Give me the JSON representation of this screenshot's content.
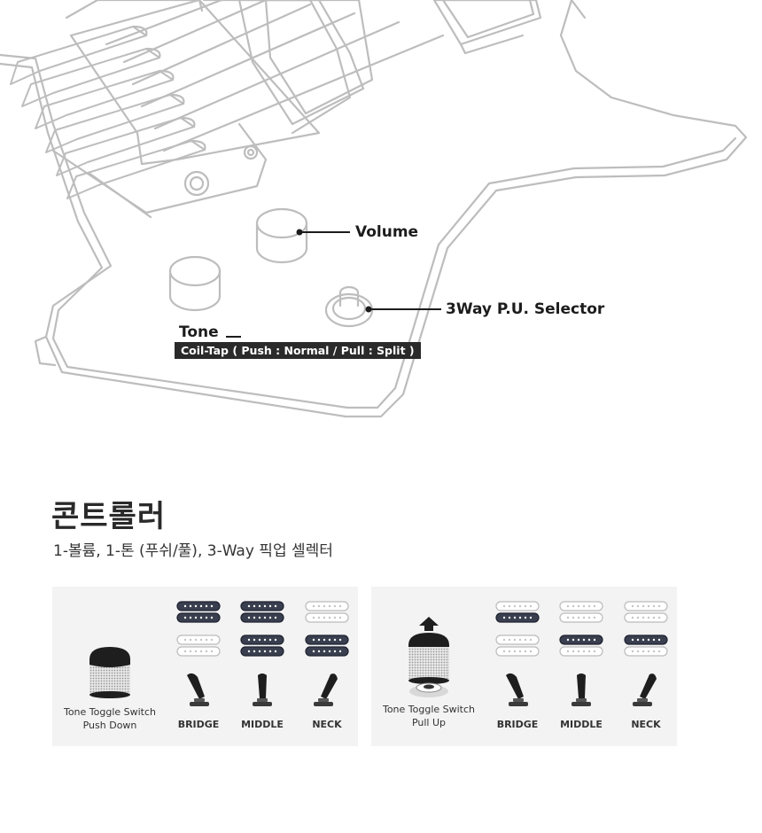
{
  "callouts": {
    "volume": "Volume",
    "selector": "3Way  P.U. Selector",
    "tone": "Tone",
    "tone_coil_tap": "Coil-Tap ( Push : Normal  /  Pull :  Split )"
  },
  "section": {
    "title": "콘트롤러",
    "subtitle": "1-볼륨, 1-톤 (푸쉬/풀), 3-Way 픽업 셀렉터"
  },
  "panels": [
    {
      "switch_label_line1": "Tone Toggle Switch",
      "switch_label_line2": "Push Down",
      "switch_state": "push-down",
      "positions": [
        "BRIDGE",
        "MIDDLE",
        "NECK"
      ]
    },
    {
      "switch_label_line1": "Tone Toggle Switch",
      "switch_label_line2": "Pull Up",
      "switch_state": "pull-up",
      "positions": [
        "BRIDGE",
        "MIDDLE",
        "NECK"
      ]
    }
  ],
  "colors": {
    "outline": "#bdbdbd",
    "active_coil": "#3a3f4f",
    "inactive_coil": "#ffffff",
    "panel_bg": "#f3f3f3"
  }
}
